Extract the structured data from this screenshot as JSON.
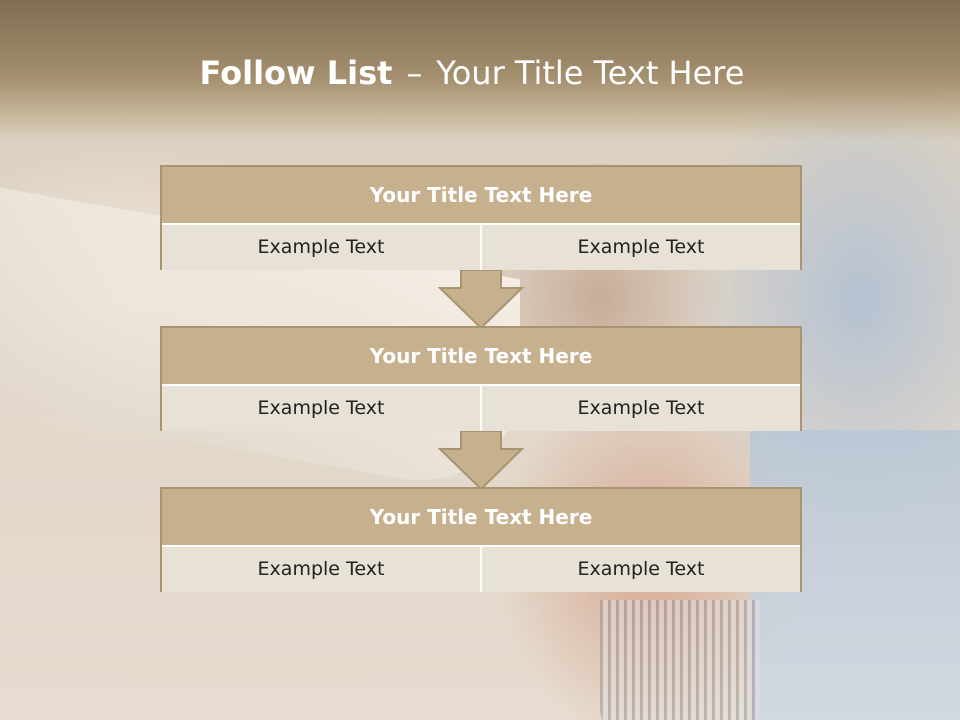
{
  "slide": {
    "title_bold": "Follow List",
    "title_dash": "–",
    "title_rest": "Your Title Text Here"
  },
  "steps": [
    {
      "title": "Your Title Text Here",
      "left": "Example Text",
      "right": "Example Text"
    },
    {
      "title": "Your Title Text Here",
      "left": "Example Text",
      "right": "Example Text"
    },
    {
      "title": "Your Title Text Here",
      "left": "Example Text",
      "right": "Example Text"
    }
  ],
  "colors": {
    "header_fill": "#c6b08d",
    "cell_fill": "#e7e1d6",
    "border": "#a89470",
    "arrow_fill": "#c6b08d",
    "top_band": "#8f7d60"
  },
  "icons": [
    "down-arrow-icon",
    "down-arrow-icon"
  ]
}
